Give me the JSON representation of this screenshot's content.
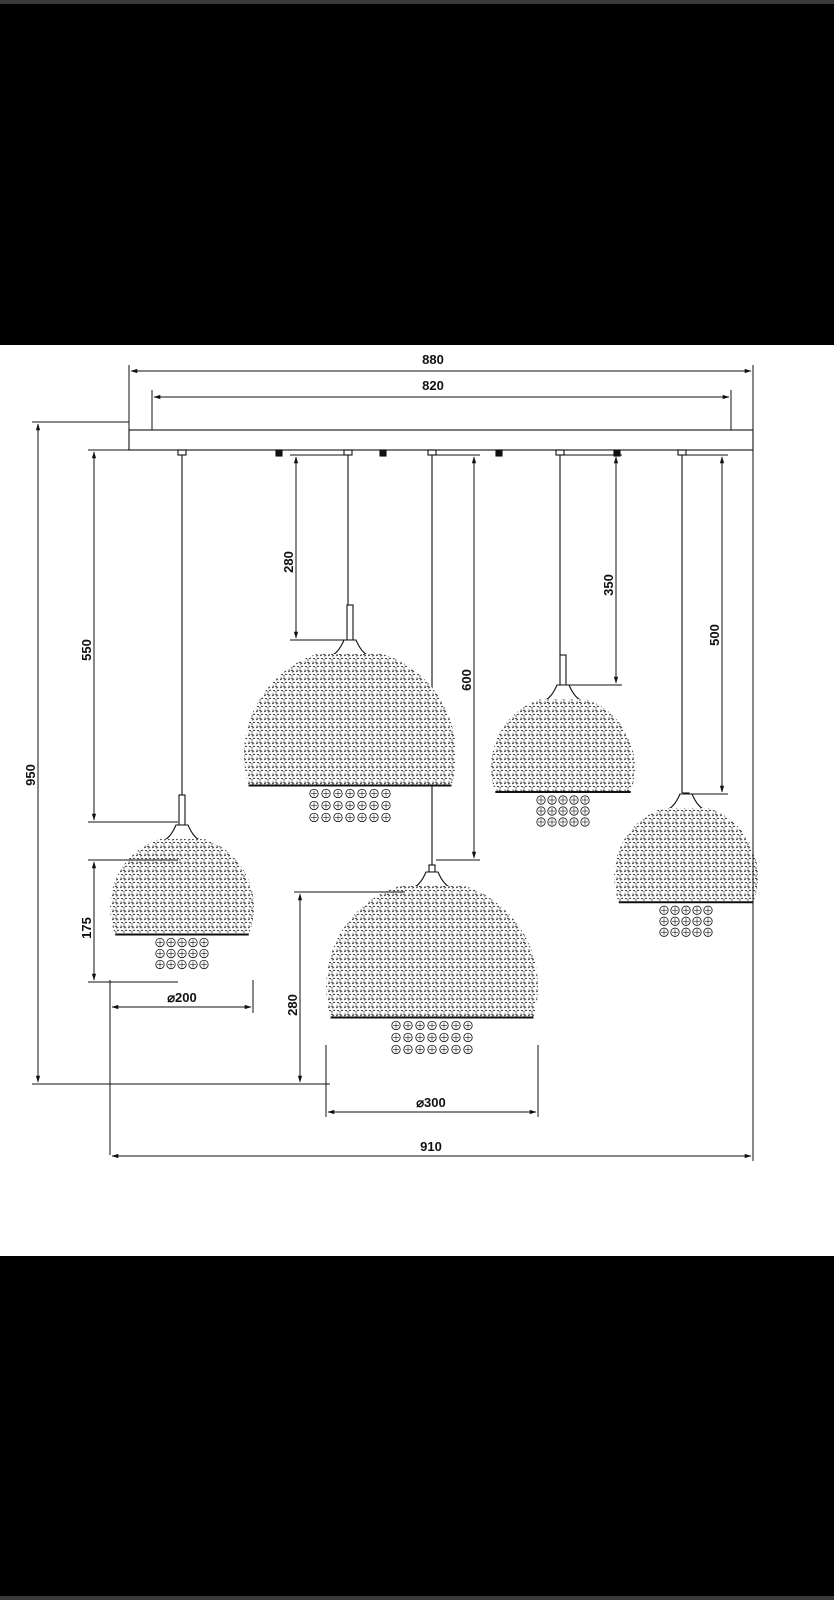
{
  "dimensions": {
    "canopy_length": "880",
    "canopy_inner": "820",
    "total_height": "950",
    "drop_left": "550",
    "drop_center_left": "280",
    "drop_center": "600",
    "drop_center_right": "350",
    "drop_right": "500",
    "small_shade_height": "175",
    "small_shade_diameter": "⌀200",
    "large_shade_height": "280",
    "large_shade_diameter": "⌀300",
    "total_width": "910"
  },
  "colors": {
    "line": "#111111",
    "background": "#ffffff",
    "frame": "#000000"
  }
}
